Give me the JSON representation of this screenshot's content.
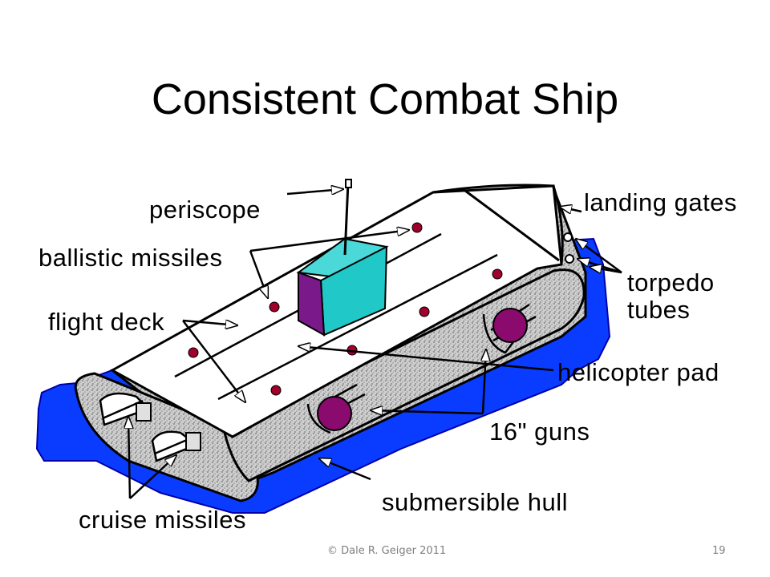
{
  "slide": {
    "title": "Consistent Combat Ship",
    "footer_copyright": "© Dale R. Geiger 2011",
    "page_number": "19"
  },
  "labels": {
    "periscope": "periscope",
    "ballistic_missiles": "ballistic missiles",
    "flight_deck": "flight deck",
    "landing_gates": "landing gates",
    "torpedo": "torpedo",
    "tubes": "tubes",
    "helicopter_pad": "helicopter pad",
    "guns": "16\" guns",
    "submersible_hull": "submersible hull",
    "cruise_missiles": "cruise missiles"
  },
  "colors": {
    "water": "#0a3cff",
    "hull_texture": "#c8c8c8",
    "deck": "#ffffff",
    "missile_dots": "#a0002a",
    "gun_turrets": "#8a0a6e",
    "periscope_box_front": "#20c8c8",
    "periscope_box_side": "#7a1a8a"
  }
}
